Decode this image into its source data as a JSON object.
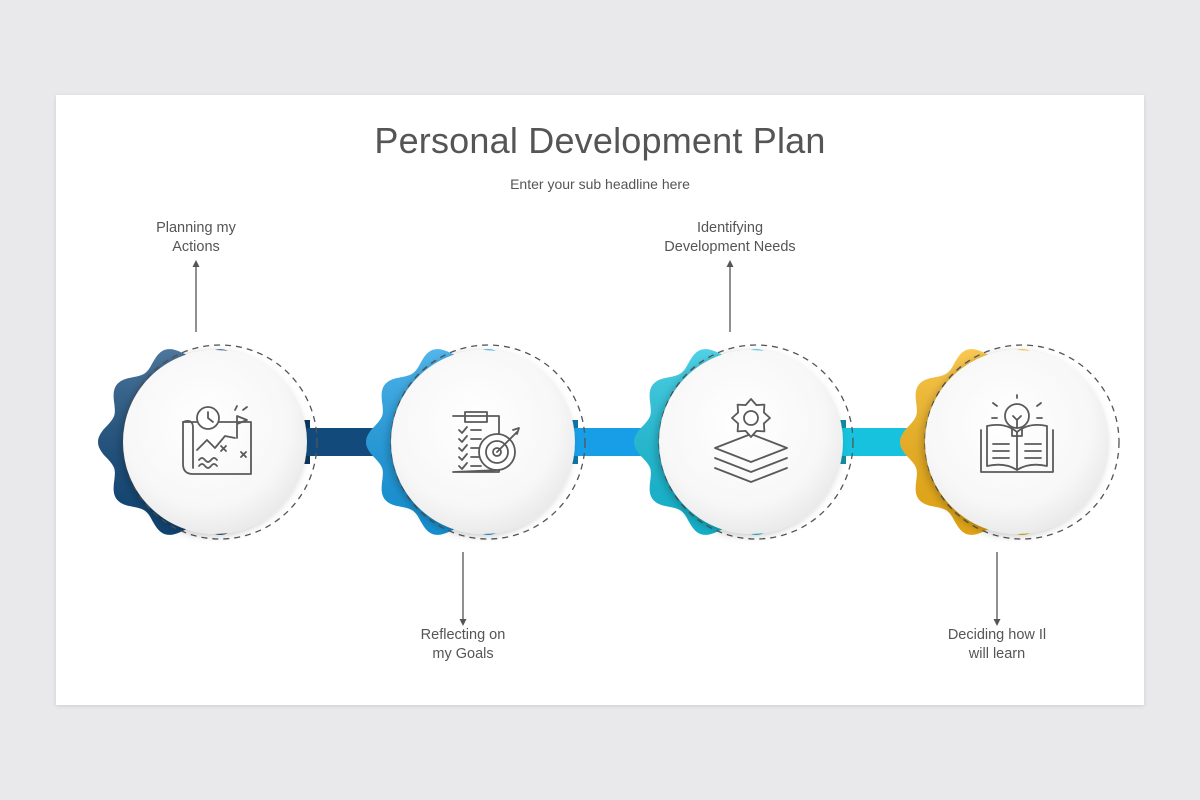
{
  "title": "Personal Development Plan",
  "subtitle": "Enter your sub headline here",
  "steps": [
    {
      "label": "Planning my\nActions",
      "color": "#124a7c",
      "icon": "strategy-map-icon",
      "label_position": "top"
    },
    {
      "label": "Reflecting on\nmy Goals",
      "color": "#189ee6",
      "icon": "clipboard-target-icon",
      "label_position": "bottom"
    },
    {
      "label": "Identifying\nDevelopment Needs",
      "color": "#16c2dd",
      "icon": "gear-layers-icon",
      "label_position": "top"
    },
    {
      "label": "Deciding how Il\nwill learn",
      "color": "#f8b617",
      "icon": "lightbulb-book-icon",
      "label_position": "bottom"
    }
  ]
}
